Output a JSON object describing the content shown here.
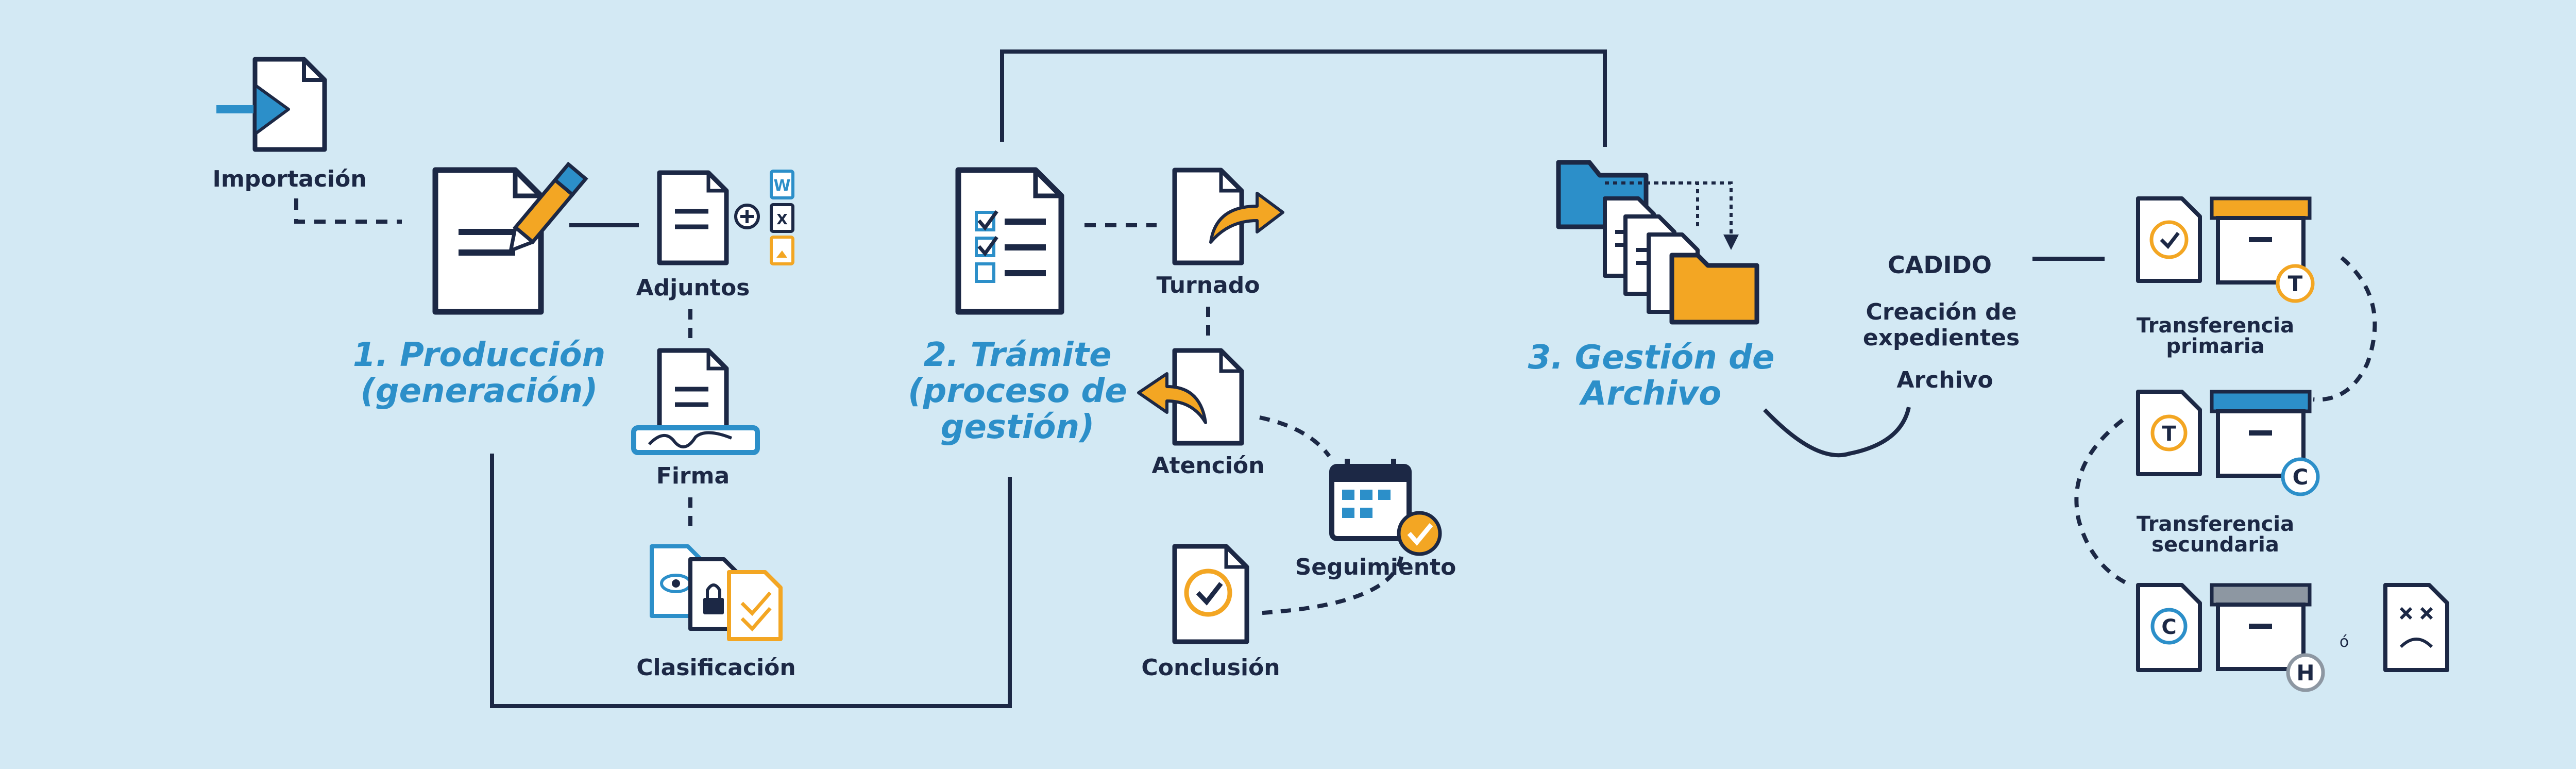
{
  "colors": {
    "background": "#d3e9f4",
    "navy": "#1c2845",
    "blue": "#2c8fc9",
    "orange": "#f3a623",
    "gray": "#8d97a2"
  },
  "stages": {
    "produccion_line1": "1. Producción",
    "produccion_line2": "(generación)",
    "tramite_line1": "2. Trámite",
    "tramite_line2": "(proceso de",
    "tramite_line3": "gestión)",
    "archivo_line1": "3. Gestión de",
    "archivo_line2": "Archivo"
  },
  "labels": {
    "importacion": "Importación",
    "adjuntos": "Adjuntos",
    "firma": "Firma",
    "clasificacion": "Clasificación",
    "turnado": "Turnado",
    "atencion": "Atención",
    "seguimiento": "Seguimiento",
    "conclusion": "Conclusión",
    "cadido": "CADIDO",
    "creacion_line1": "Creación de",
    "creacion_line2": "expedientes",
    "archivo": "Archivo",
    "transferencia_primaria_line1": "Transferencia",
    "transferencia_primaria_line2": "primaria",
    "transferencia_secundaria_line1": "Transferencia",
    "transferencia_secundaria_line2": "secundaria",
    "o": "ó"
  },
  "badges": {
    "tramite": "T",
    "concentracion": "C",
    "historico": "H"
  },
  "file_types": {
    "word": "W",
    "excel": "X"
  },
  "icons": [
    "import-document-icon",
    "edit-document-icon",
    "attachment-document-icon",
    "signature-document-icon",
    "classification-documents-icon",
    "checklist-document-icon",
    "forward-document-icon",
    "reply-document-icon",
    "calendar-check-icon",
    "completed-document-icon",
    "folders-icon",
    "archive-box-icon",
    "discard-document-icon"
  ]
}
